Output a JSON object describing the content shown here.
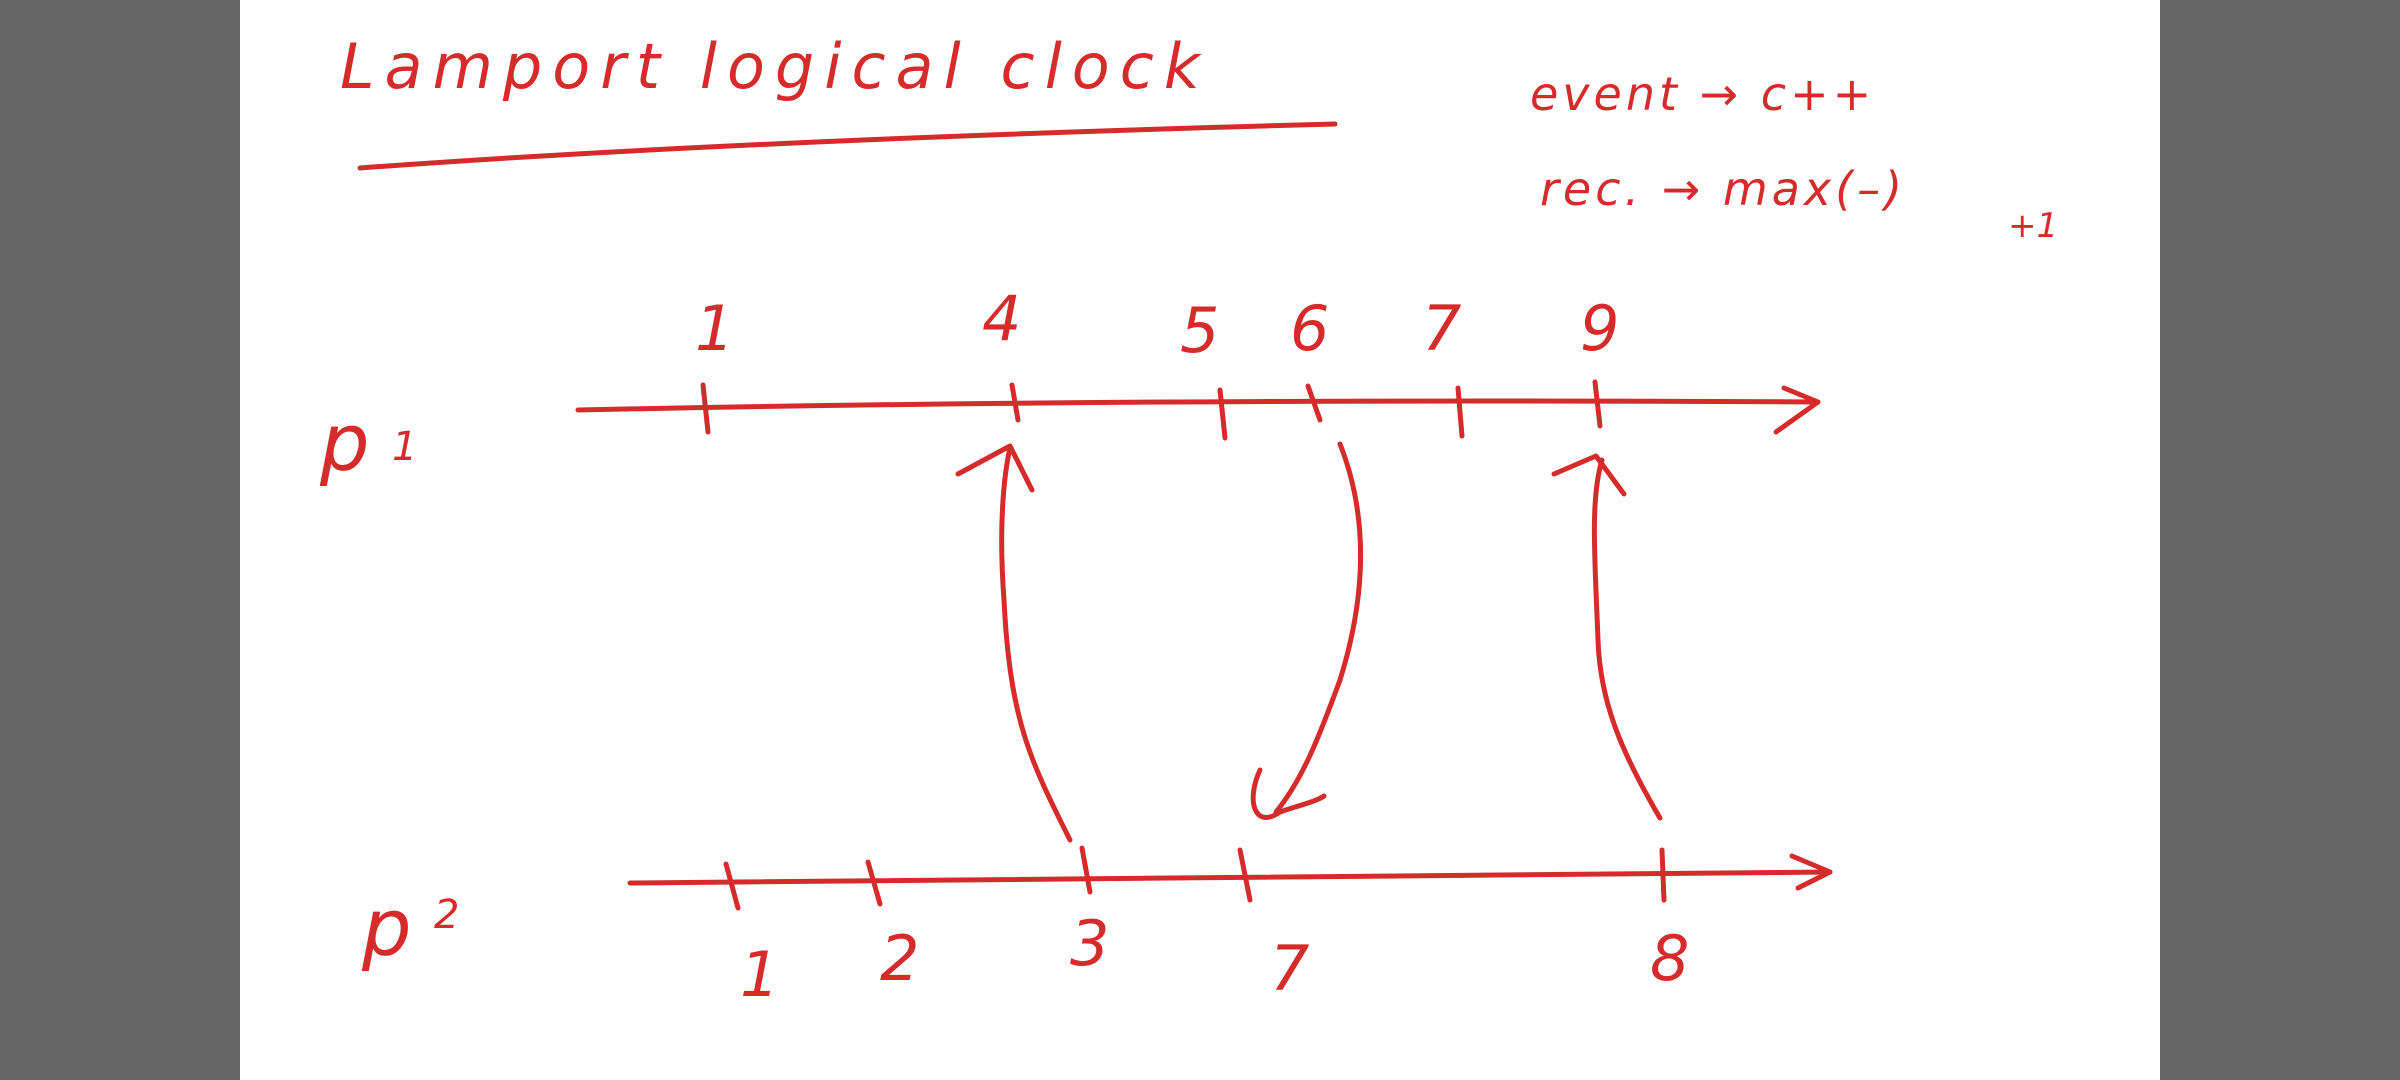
{
  "colors": {
    "ink": "#d62b2b",
    "board": "#ffffff",
    "frame": "#666666"
  },
  "title": "Lamport logical clock",
  "rules": {
    "event": "event → c++",
    "receive": "rec. → max(–)",
    "receive_plus": "+1"
  },
  "processes": [
    {
      "label": "p",
      "subscript": "1",
      "timestamps": [
        "1",
        "4",
        "5",
        "6",
        "7",
        "9"
      ]
    },
    {
      "label": "p",
      "subscript": "2",
      "timestamps": [
        "1",
        "2",
        "3",
        "7",
        "8"
      ]
    }
  ],
  "messages": [
    {
      "from": "p2:3",
      "to": "p1:4"
    },
    {
      "from": "p1:6",
      "to": "p2:7"
    },
    {
      "from": "p2:8",
      "to": "p1:9"
    }
  ]
}
